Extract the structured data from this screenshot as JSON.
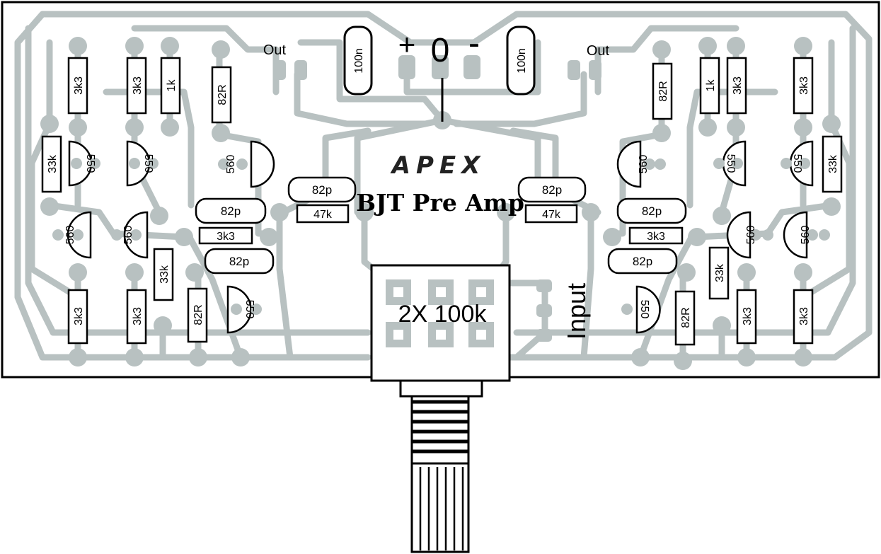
{
  "colors": {
    "board_bg": "#ffffff",
    "outline": "#000000",
    "trace": "#b8c1c1",
    "pad": "#b8c1c1",
    "component_fill": "#ffffff",
    "pot_fill": "#ffffff"
  },
  "board": {
    "logo": "APEX",
    "title": "BJT Pre Amp"
  },
  "supply": {
    "plus": "+",
    "zero": "0",
    "minus": "-"
  },
  "outputs": {
    "left": "Out",
    "right": "Out"
  },
  "input_label": "Input",
  "pot_label": "2X 100k",
  "components": {
    "cap_100n_left": "100n",
    "cap_100n_right": "100n",
    "left": {
      "r1": "3k3",
      "r2": "3k3",
      "r3": "1k",
      "r4": "82R",
      "r5": "33k",
      "r6": "3k3",
      "r7": "33k",
      "r8": "3k3",
      "r9": "3k3",
      "r10": "82R",
      "r11": "47k",
      "t1": "550",
      "t2": "550",
      "t3": "560",
      "t4": "560",
      "t5": "560",
      "t6": "550",
      "c1": "82p",
      "c2": "82p",
      "c3": "82p"
    },
    "right": {
      "r1": "3k3",
      "r2": "3k3",
      "r3": "1k",
      "r4": "82R",
      "r5": "33k",
      "r6": "3k3",
      "r7": "33k",
      "r8": "3k3",
      "r9": "3k3",
      "r10": "82R",
      "r11": "47k",
      "t1": "550",
      "t2": "550",
      "t3": "560",
      "t4": "560",
      "t5": "560",
      "t6": "550",
      "c1": "82p",
      "c2": "82p",
      "c3": "82p"
    }
  }
}
